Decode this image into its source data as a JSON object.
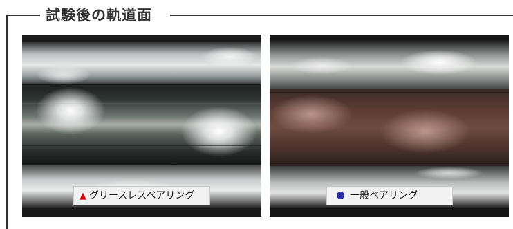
{
  "section": {
    "title": "試験後の軌道面"
  },
  "photos": {
    "left": {
      "label": "グリースレスベアリング",
      "marker": "red-triangle-icon"
    },
    "right": {
      "label": "一般ベアリング",
      "marker": "blue-circle-icon"
    }
  },
  "colors": {
    "frame_line": "#333333",
    "triangle": "#e00000",
    "circle": "#2a2aa8"
  }
}
